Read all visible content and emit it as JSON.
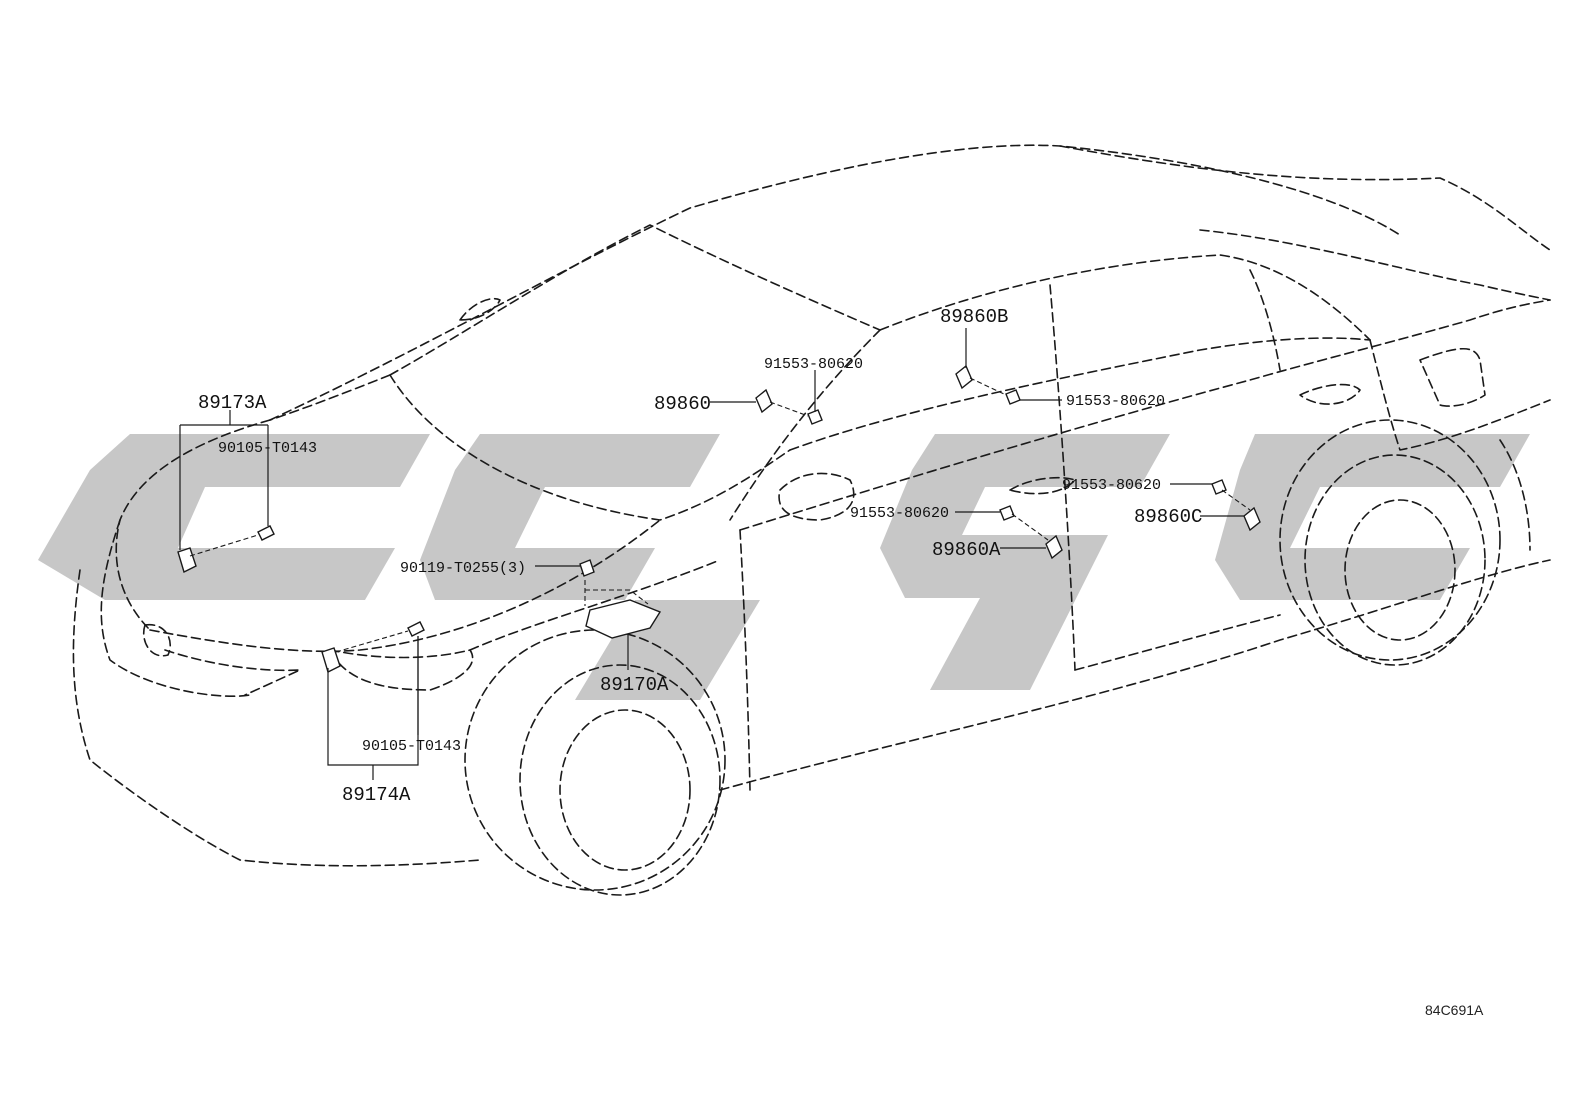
{
  "labels": {
    "p89173A": "89173A",
    "p90105_top": "90105-T0143",
    "p90119": "90119-T0255(3)",
    "p89174A": "89174A",
    "p90105_bot": "90105-T0143",
    "p89170A": "89170A",
    "p89860": "89860",
    "p91553_a": "91553-80620",
    "p89860B": "89860B",
    "p91553_b": "91553-80620",
    "p91553_c": "91553-80620",
    "p89860A": "89860A",
    "p91553_d": "91553-80620",
    "p89860C": "89860C",
    "ref_code": "84C691A"
  },
  "colors": {
    "line": "#1a1a1a",
    "watermark": "#bdbdbd",
    "background": "#ffffff"
  }
}
